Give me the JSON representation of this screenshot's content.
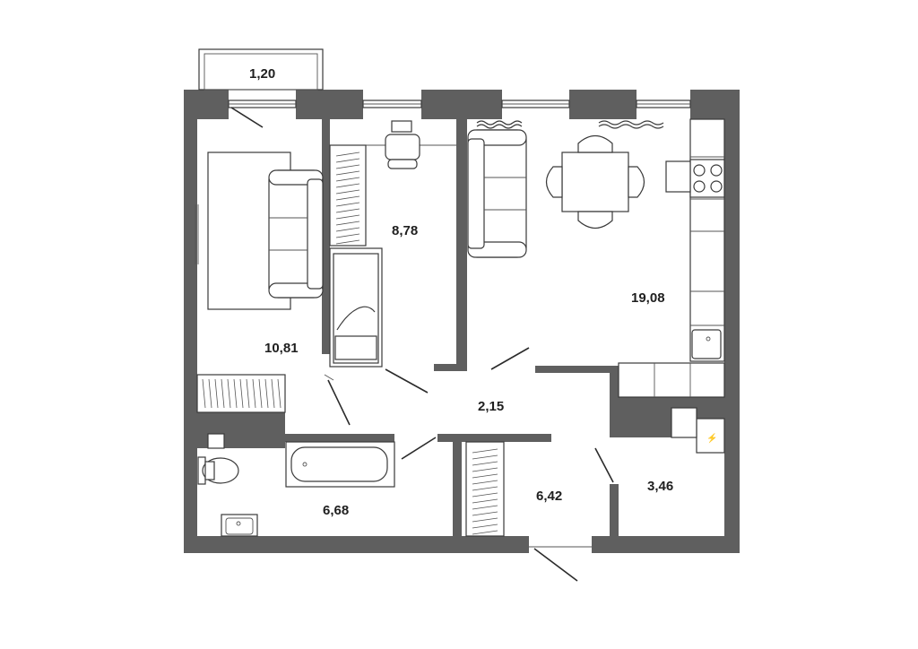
{
  "rooms": {
    "balcony": "1,20",
    "living_room": "10,81",
    "bedroom": "8,78",
    "kitchen_living": "19,08",
    "hallway": "2,15",
    "bathroom": "6,68",
    "storage": "6,42",
    "utility": "3,46"
  },
  "colors": {
    "wall": "#5f5f5f",
    "line": "#3a3a3a",
    "background": "#ffffff"
  }
}
